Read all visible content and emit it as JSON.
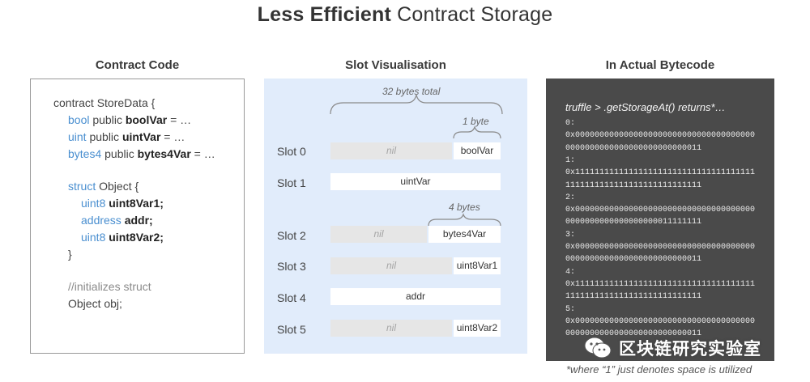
{
  "title": {
    "bold": "Less Efficient",
    "rest": " Contract Storage"
  },
  "columns": {
    "code": "Contract Code",
    "slots": "Slot Visualisation",
    "bytecode": "In Actual Bytecode"
  },
  "code": {
    "l1": "contract StoreData {",
    "l2_kw": "bool",
    "l2_mid": " public ",
    "l2_id": "boolVar",
    "l2_end": " = …",
    "l3_kw": "uint",
    "l3_mid": " public ",
    "l3_id": "uintVar",
    "l3_end": " = …",
    "l4_kw": "bytes4",
    "l4_mid": " public ",
    "l4_id": "bytes4Var",
    "l4_end": " = …",
    "l5_kw": "struct",
    "l5_end": " Object {",
    "l6_kw": "uint8",
    "l6_id": "uint8Var1;",
    "l7_kw": "address",
    "l7_id": "addr;",
    "l8_kw": "uint8",
    "l8_id": "uint8Var2;",
    "l9": "}",
    "l10": "//initializes struct",
    "l11": "Object obj;"
  },
  "slots": {
    "total_note": "32 bytes total",
    "one_byte_note": "1 byte",
    "four_bytes_note": "4 bytes",
    "nil": "nil",
    "rows": [
      {
        "label": "Slot 0",
        "value": "boolVar"
      },
      {
        "label": "Slot 1",
        "value": "uintVar"
      },
      {
        "label": "Slot 2",
        "value": "bytes4Var"
      },
      {
        "label": "Slot 3",
        "value": "uint8Var1"
      },
      {
        "label": "Slot 4",
        "value": "addr"
      },
      {
        "label": "Slot 5",
        "value": "uint8Var2"
      }
    ]
  },
  "bytecode": {
    "header": "truffle > .getStorageAt() returns*…",
    "lines": [
      "0:",
      "0x0000000000000000000000000000000000000",
      "0000000000000000000000000011",
      "1:",
      "0x1111111111111111111111111111111111111",
      "1111111111111111111111111111",
      "2:",
      "0x0000000000000000000000000000000000000",
      "0000000000000000000011111111",
      "3:",
      "0x0000000000000000000000000000000000000",
      "0000000000000000000000000011",
      "4:",
      "0x1111111111111111111111111111111111111",
      "1111111111111111111111111111",
      "5:",
      "0x0000000000000000000000000000000000000",
      "0000000000000000000000000011"
    ],
    "footnote": "*where “1” just denotes space is utilized"
  },
  "watermark": "区块链研究实验室"
}
